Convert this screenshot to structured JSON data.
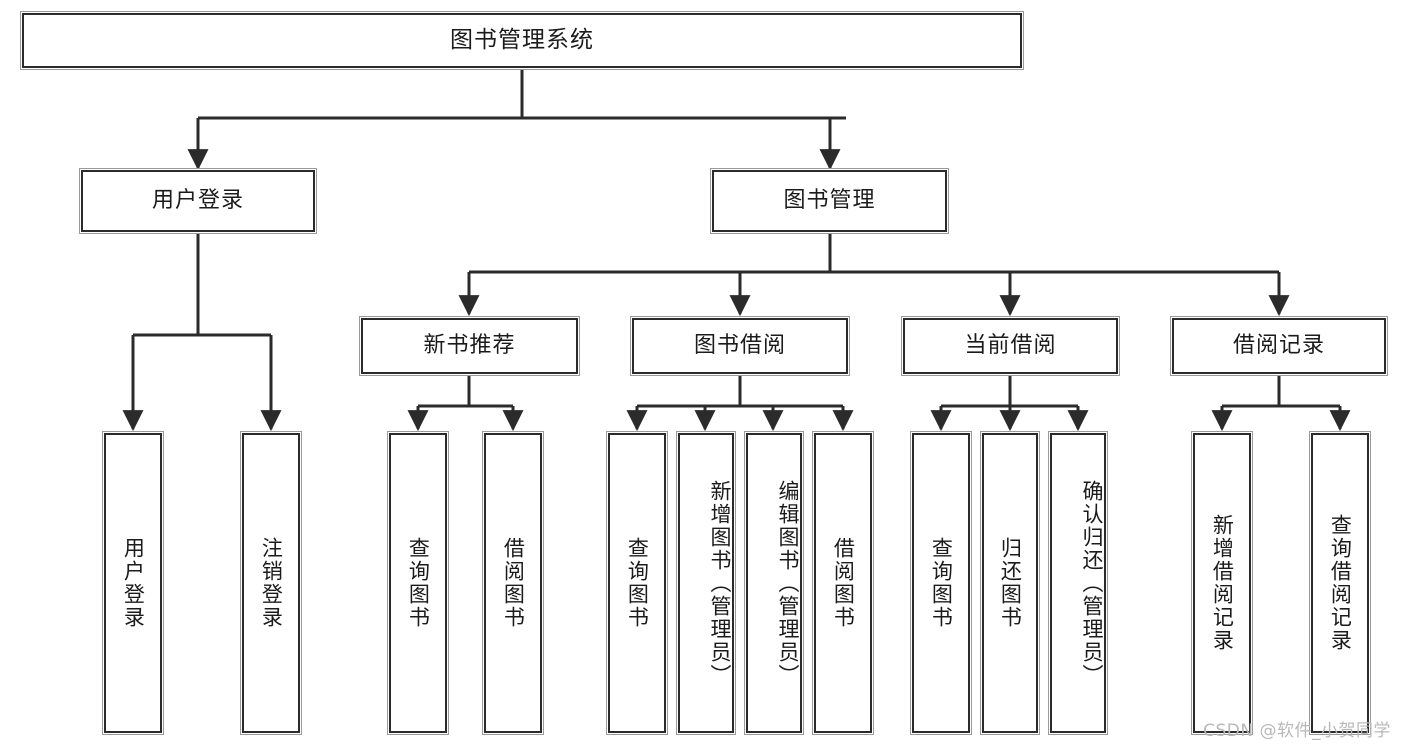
{
  "diagram": {
    "title": "图书管理系统",
    "type": "tree",
    "watermark": "CSDN @软件_小贺同学",
    "colors": {
      "box_border": "#2b2b2b",
      "box_fill": "#ffffff",
      "connector": "#2b2b2b",
      "text": "#1b1b1b",
      "watermark": "#b9b9b9"
    },
    "root": {
      "label": "图书管理系统"
    },
    "level2": [
      {
        "label": "用户登录"
      },
      {
        "label": "图书管理"
      }
    ],
    "level3": [
      {
        "label": "新书推荐"
      },
      {
        "label": "图书借阅"
      },
      {
        "label": "当前借阅"
      },
      {
        "label": "借阅记录"
      }
    ],
    "leaves": {
      "user_login": [
        {
          "label": "用户登录"
        },
        {
          "label": "注销登录"
        }
      ],
      "new_book_recommend": [
        {
          "label": "查询图书"
        },
        {
          "label": "借阅图书"
        }
      ],
      "book_borrow": [
        {
          "label": "查询图书"
        },
        {
          "label": "新增图书（管理员）"
        },
        {
          "label": "编辑图书（管理员）"
        },
        {
          "label": "借阅图书"
        }
      ],
      "current_borrow": [
        {
          "label": "查询图书"
        },
        {
          "label": "归还图书"
        },
        {
          "label": "确认归还（管理员）"
        }
      ],
      "borrow_record": [
        {
          "label": "新增借阅记录"
        },
        {
          "label": "查询借阅记录"
        }
      ]
    }
  }
}
